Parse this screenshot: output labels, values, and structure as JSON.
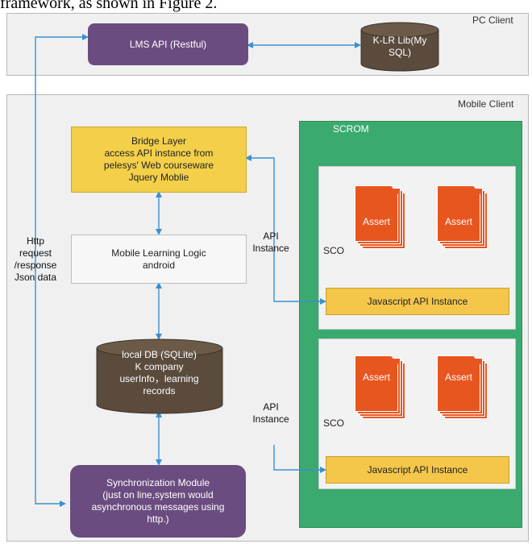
{
  "caption": "framework, as shown in Figure 2.",
  "pc_client": {
    "label": "PC Client",
    "lms_api": "LMS API  (Restful)",
    "db_label": "K-LR Lib(My SQL)"
  },
  "mobile_client": {
    "label": "Mobile Client",
    "bridge_layer": "Bridge Layer\naccess API instance from\npelesys' Web courseware\nJquery Moblie",
    "learning_logic": "Mobile Learning Logic\nandroid",
    "local_db": "local DB (SQLite)\nK company\nuserInfo，learning\nrecords",
    "sync_module": "Synchronization Module\n(just on line,system would\nasynchronous messages using\nhttp.)",
    "http_note": "Http\nrequest\n/response\nJson data",
    "api_instance_1": "API\nInstance",
    "api_instance_2": "API\nInstance"
  },
  "scorm": {
    "label": "SCROM",
    "packages": [
      {
        "sco_label": "SCO",
        "assets": [
          "Assert",
          "Assert"
        ],
        "js_api": "Javascript API Instance"
      },
      {
        "sco_label": "SCO",
        "assets": [
          "Assert",
          "Assert"
        ],
        "js_api": "Javascript API Instance"
      }
    ]
  },
  "colors": {
    "connector": "#3b8fd0",
    "purple": "#6b4c80",
    "scorm_green": "#3aaa6e",
    "asset_orange": "#e8561f",
    "yellow": "#f4d04a",
    "db_dark": "#5a4b3c"
  }
}
